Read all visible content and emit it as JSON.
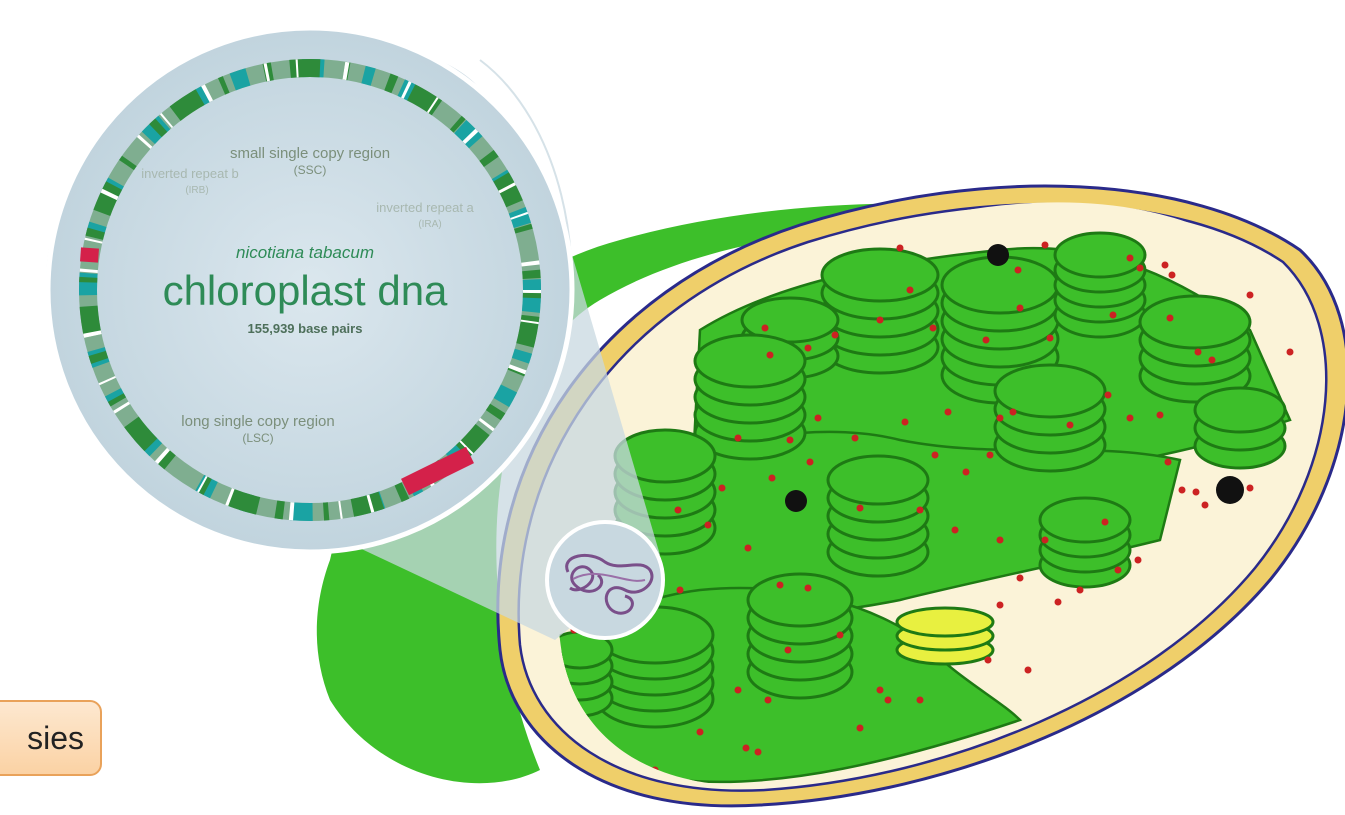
{
  "dna_map": {
    "species": "nicotiana tabacum",
    "title": "chloroplast dna",
    "size": "155,939 base pairs",
    "ssc_label": "small single copy region",
    "ssc_abbr": "(SSC)",
    "ira_label": "inverted repeat a",
    "ira_abbr": "(IRA)",
    "irb_label": "inverted repeat b",
    "irb_abbr": "(IRB)",
    "lsc_label": "long single copy region",
    "lsc_abbr": "(LSC)"
  },
  "caption": {
    "text": "sies"
  },
  "colors": {
    "chloroplast_green": "#3dbf2a",
    "stroma_cream": "#fbf3d8",
    "membrane_yellow": "#efcf6a",
    "membrane_navy": "#2a2a8a",
    "ribosome_red": "#cc2222",
    "dna_map_bg": "#c8d8e0",
    "dna_text_green": "#2e8b57",
    "gene_teal": "#1aa3a3",
    "gene_red": "#d4214a"
  }
}
